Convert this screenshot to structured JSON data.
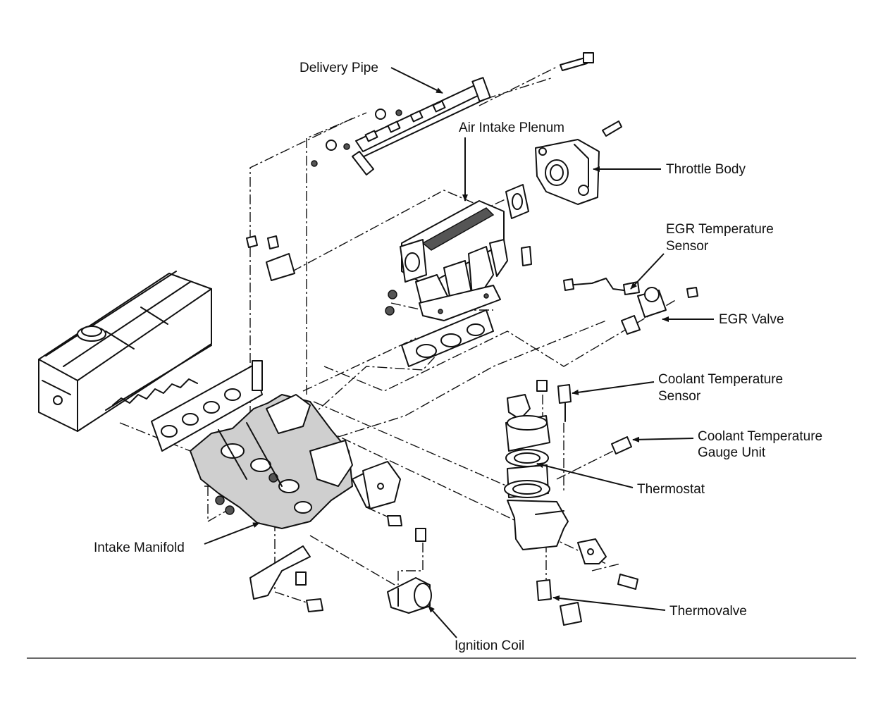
{
  "labels": {
    "delivery_pipe": "Delivery Pipe",
    "air_intake_plenum": "Air Intake Plenum",
    "throttle_body": "Throttle Body",
    "egr_temp_sensor_line1": "EGR Temperature",
    "egr_temp_sensor_line2": "Sensor",
    "egr_valve": "EGR Valve",
    "coolant_temp_sensor_line1": "Coolant Temperature",
    "coolant_temp_sensor_line2": "Sensor",
    "coolant_gauge_unit_line1": "Coolant Temperature",
    "coolant_gauge_unit_line2": "Gauge Unit",
    "thermostat": "Thermostat",
    "intake_manifold": "Intake Manifold",
    "thermovalve": "Thermovalve",
    "ignition_coil": "Ignition Coil"
  }
}
